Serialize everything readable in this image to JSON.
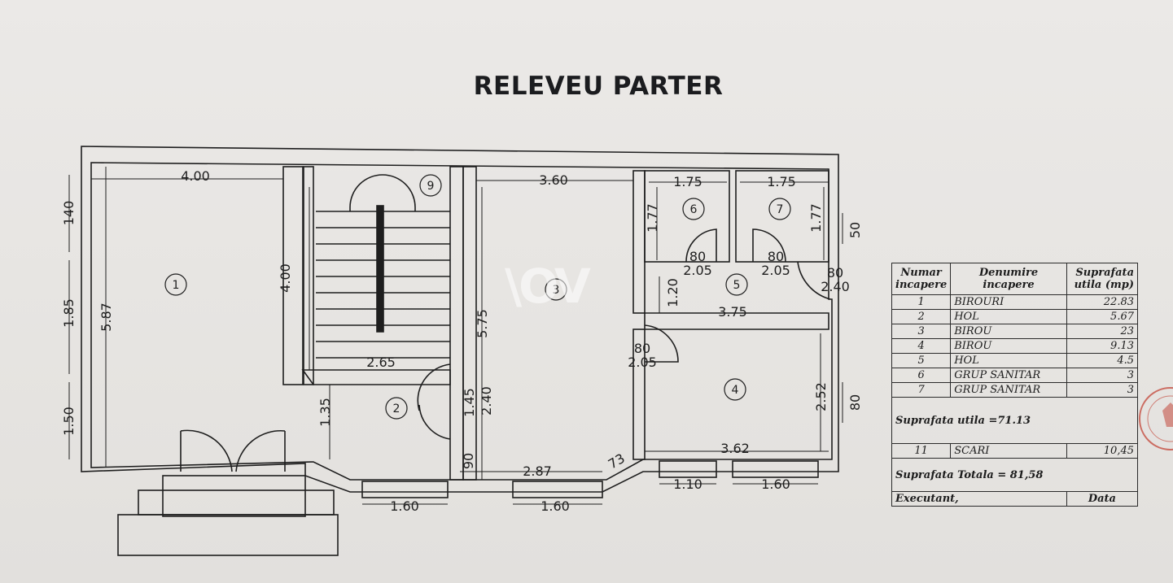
{
  "title": "RELEVEU PARTER",
  "plan": {
    "room_numbers": [
      "1",
      "2",
      "3",
      "4",
      "5",
      "6",
      "7",
      "9"
    ],
    "dimensions": {
      "r1_width": "4.00",
      "r1_height": "5.87",
      "r1_inner": "4.00",
      "left_top": "140",
      "left_mid": "1.85",
      "left_bot": "1.50",
      "stair_w": "2.65",
      "hall_h": "1.35",
      "r3_width": "3.60",
      "r3_height": "5.75",
      "hall_door_a": "1.45",
      "hall_door_b": "2.40",
      "small_90": "90",
      "bottom_287": "2.87",
      "angle_73": "73",
      "r6_w": "1.75",
      "r6_h": "1.77",
      "r7_w": "1.75",
      "r7_h": "1.77",
      "right_50": "50",
      "door6_a": "80",
      "door6_b": "2.05",
      "door7_a": "80",
      "door7_b": "2.05",
      "door5_a": "80",
      "door5_b": "2.40",
      "r5_h": "1.20",
      "r5_w": "3.75",
      "door4_a": "80",
      "door4_b": "2.05",
      "r4_h": "2.52",
      "r4_w": "3.62",
      "right_80": "80",
      "win_a": "1.60",
      "win_b": "1.60",
      "win_c": "1.10",
      "win_d": "1.60"
    }
  },
  "legend": {
    "headers": [
      "Numar incapere",
      "Denumire incapere",
      "Suprafata utila (mp)"
    ],
    "rows": [
      {
        "num": "1",
        "name": "BIROURI",
        "area": "22.83"
      },
      {
        "num": "2",
        "name": "HOL",
        "area": "5.67"
      },
      {
        "num": "3",
        "name": "BIROU",
        "area": "23"
      },
      {
        "num": "4",
        "name": "BIROU",
        "area": "9.13"
      },
      {
        "num": "5",
        "name": "HOL",
        "area": "4.5"
      },
      {
        "num": "6",
        "name": "GRUP SANITAR",
        "area": "3"
      },
      {
        "num": "7",
        "name": "GRUP SANITAR",
        "area": "3"
      }
    ],
    "useful_total": "Suprafata utila =71.13",
    "stairs": {
      "num": "11",
      "name": "SCARI",
      "area": "10,45"
    },
    "grand_total": "Suprafata Totala = 81,58",
    "footer_left": "Executant,",
    "footer_right": "Data"
  },
  "colors": {
    "ink": "#1e1e1e",
    "paper": "#e7e5e3",
    "stamp": "#c0392b"
  }
}
